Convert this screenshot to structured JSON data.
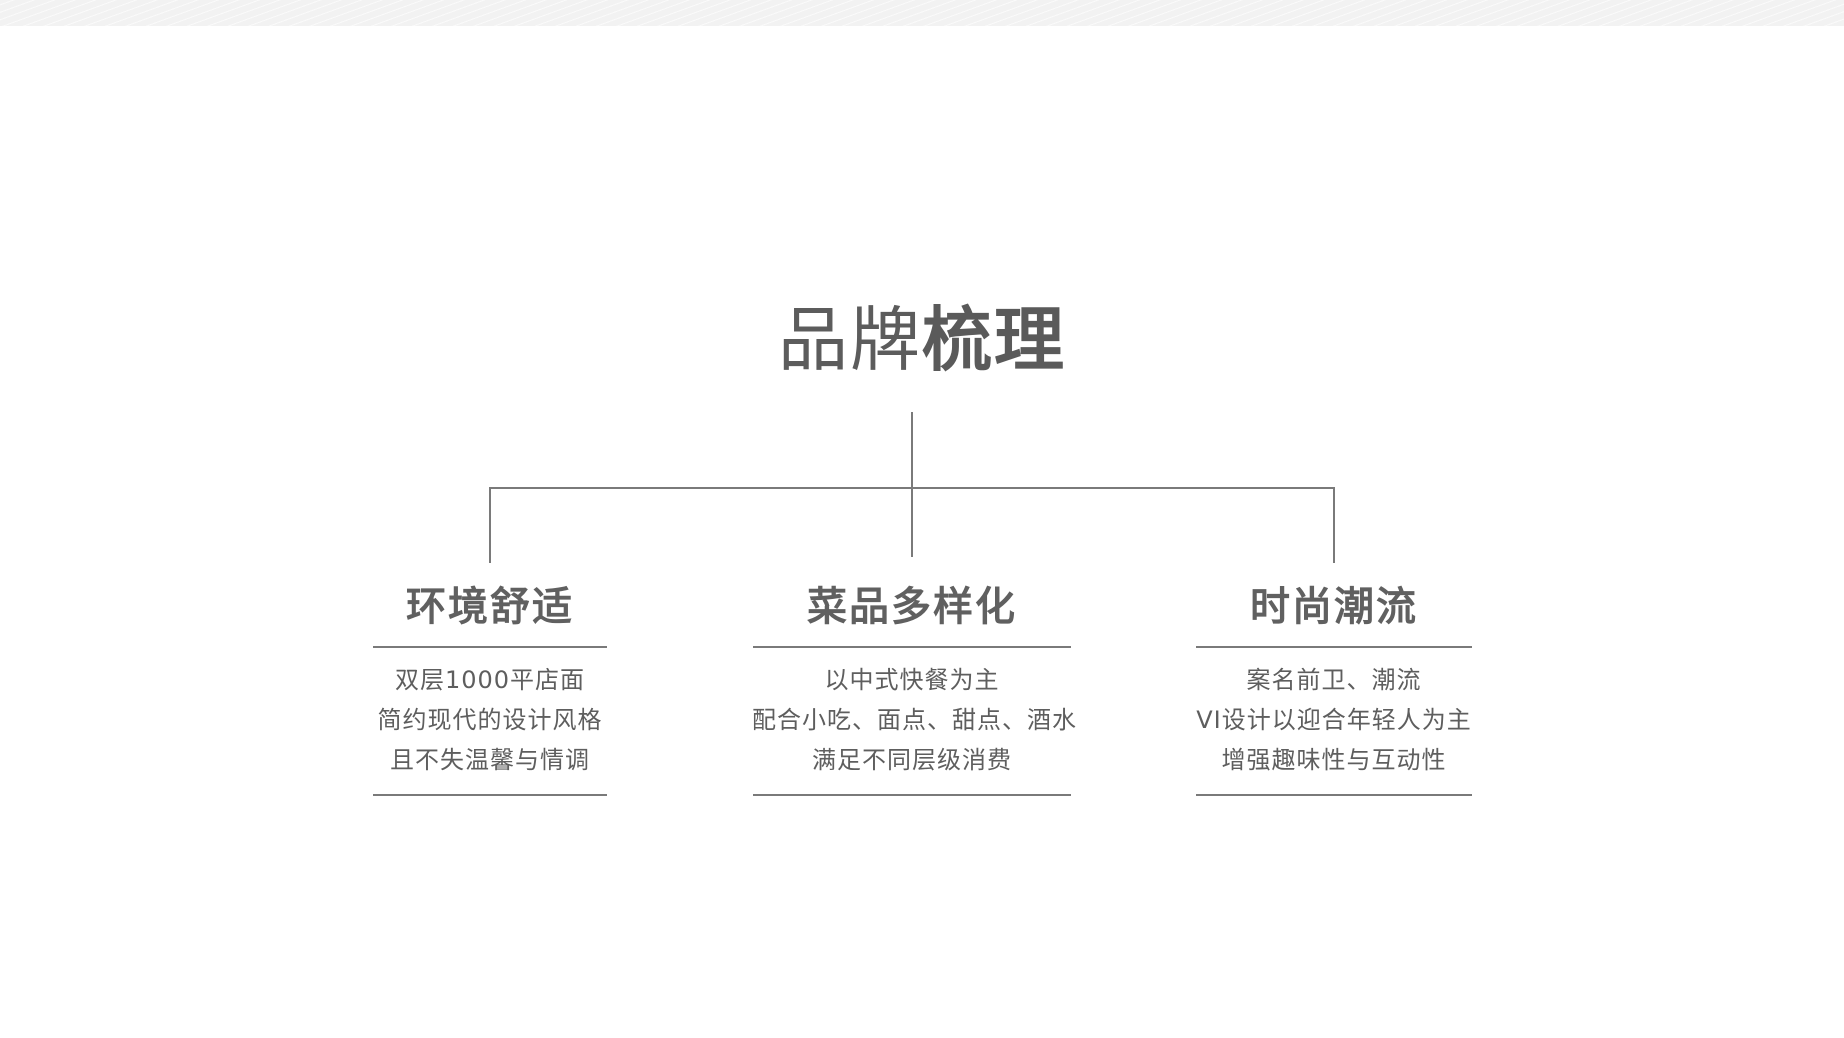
{
  "title": {
    "light": "品牌",
    "bold": "梳理"
  },
  "branches": [
    {
      "heading": "环境舒适",
      "lines": [
        "双层1000平店面",
        "简约现代的设计风格",
        "且不失温馨与情调"
      ]
    },
    {
      "heading": "菜品多样化",
      "lines": [
        "以中式快餐为主",
        "配合小吃、面点、甜点、酒水",
        "满足不同层级消费"
      ]
    },
    {
      "heading": "时尚潮流",
      "lines": [
        "案名前卫、潮流",
        "VI设计以迎合年轻人为主",
        "增强趣味性与互动性"
      ]
    }
  ],
  "colors": {
    "text": "#5e5e5e",
    "connector": "#7a7a7a",
    "top_band": "#f2f2f2"
  }
}
